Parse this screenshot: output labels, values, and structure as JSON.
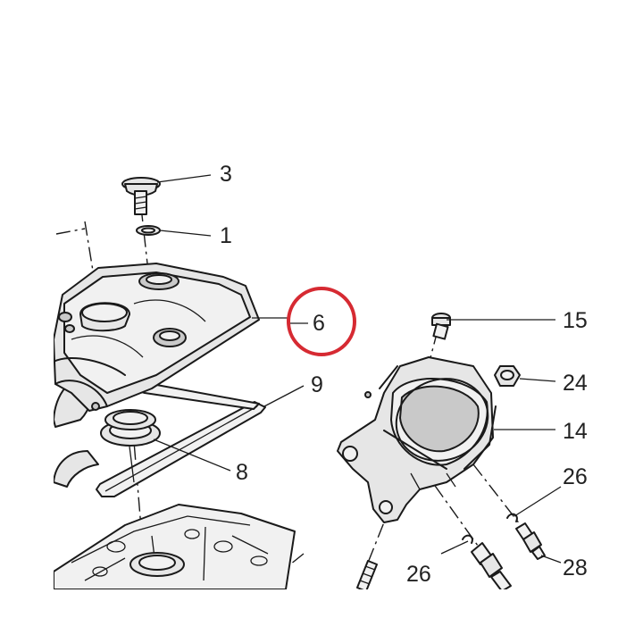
{
  "callouts": [
    {
      "id": "c3",
      "text": "3"
    },
    {
      "id": "c1",
      "text": "1"
    },
    {
      "id": "c6",
      "text": "6"
    },
    {
      "id": "c9",
      "text": "9"
    },
    {
      "id": "c8",
      "text": "8"
    },
    {
      "id": "c15",
      "text": "15"
    },
    {
      "id": "c24",
      "text": "24"
    },
    {
      "id": "c14",
      "text": "14"
    },
    {
      "id": "c26a",
      "text": "26"
    },
    {
      "id": "c26b",
      "text": "26"
    },
    {
      "id": "c28",
      "text": "28"
    }
  ],
  "highlighted_callout": "6",
  "colors": {
    "line": "#1a1a1a",
    "fill": "#e6e6e6",
    "highlight": "#d62a32",
    "text": "#222222"
  }
}
